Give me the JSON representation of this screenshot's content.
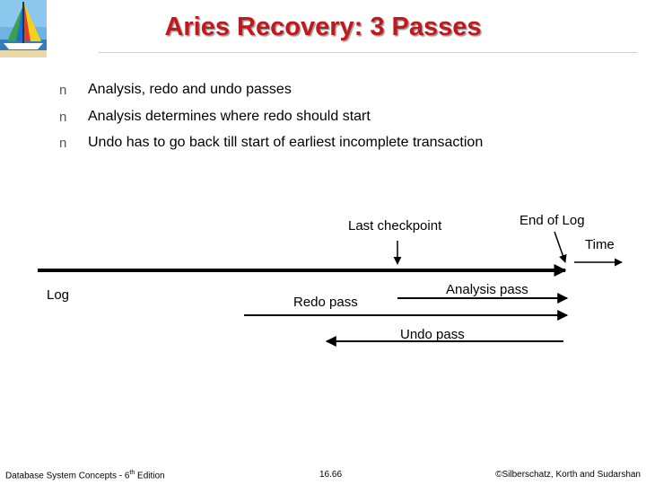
{
  "slide": {
    "title": "Aries Recovery: 3 Passes",
    "bullets": [
      {
        "marker": "n",
        "text": "Analysis, redo and undo passes"
      },
      {
        "marker": "n",
        "text": "Analysis determines where redo should start"
      },
      {
        "marker": "n",
        "text": "Undo has to go back till start of earliest incomplete transaction"
      }
    ]
  },
  "diagram": {
    "last_checkpoint_label": "Last checkpoint",
    "end_of_log_label": "End of Log",
    "time_label": "Time",
    "log_label": "Log",
    "redo_pass_label": "Redo pass",
    "analysis_pass_label": "Analysis pass",
    "undo_pass_label": "Undo pass"
  },
  "footer": {
    "left_main": "Database System Concepts - 6",
    "left_sup": "th",
    "left_tail": " Edition",
    "page_number": "16.66",
    "right": "©Silberschatz, Korth and Sudarshan"
  },
  "colors": {
    "title": "#c0181c",
    "lines": "#000000"
  },
  "icons": {
    "logo": "sailboat-logo-icon",
    "bullet": "bullet-marker-icon"
  }
}
